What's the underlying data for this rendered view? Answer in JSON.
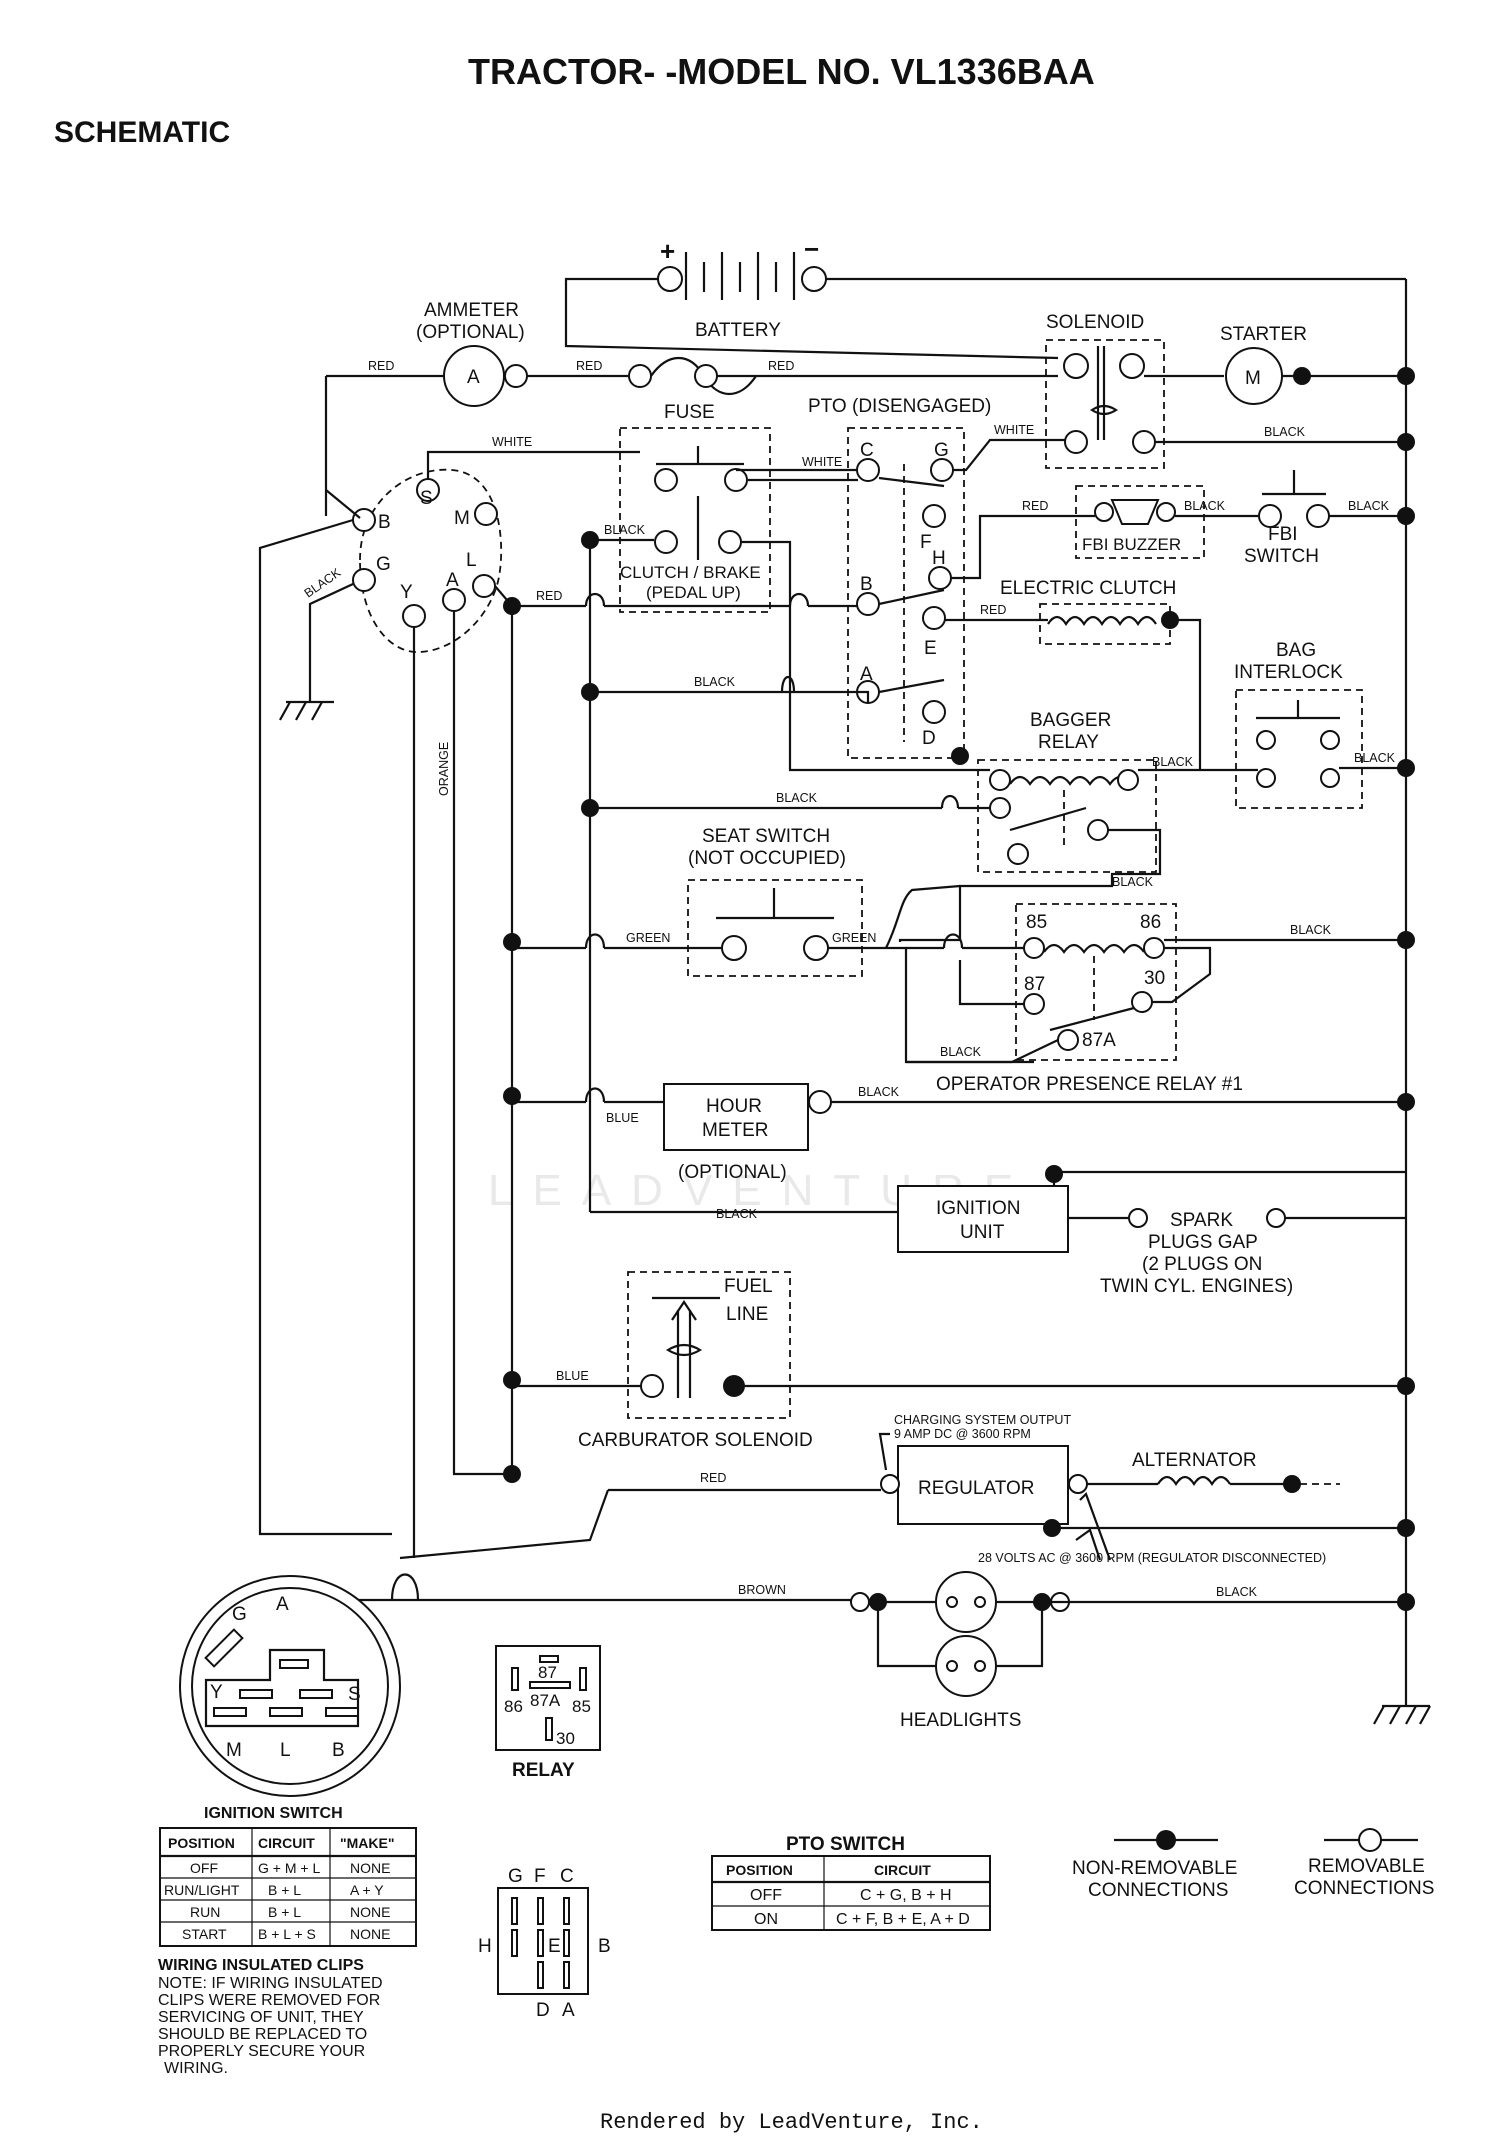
{
  "title": "TRACTOR- -MODEL NO. VL1336BAA",
  "section": "SCHEMATIC",
  "footer": "Rendered by LeadVenture, Inc.",
  "watermark": "LEADVENTURE",
  "components": {
    "ammeter": [
      "AMMETER",
      "(OPTIONAL)"
    ],
    "ammeter_symbol": "A",
    "battery": "BATTERY",
    "battery_plus": "+",
    "battery_minus": "−",
    "solenoid": "SOLENOID",
    "starter": "STARTER",
    "starter_symbol": "M",
    "fuse": "FUSE",
    "pto": "PTO (DISENGAGED)",
    "clutch_brake": [
      "CLUTCH / BRAKE",
      "(PEDAL UP)"
    ],
    "fbi_buzzer": "FBI BUZZER",
    "fbi_switch": [
      "FBI",
      "SWITCH"
    ],
    "electric_clutch": "ELECTRIC CLUTCH",
    "bag_interlock": [
      "BAG",
      "INTERLOCK"
    ],
    "bagger_relay": [
      "BAGGER",
      "RELAY"
    ],
    "seat_switch": [
      "SEAT SWITCH",
      "(NOT OCCUPIED)"
    ],
    "operator_relay": "OPERATOR PRESENCE RELAY #1",
    "hour_meter": [
      "HOUR",
      "METER"
    ],
    "hour_meter_optional": "(OPTIONAL)",
    "ignition_unit": [
      "IGNITION",
      "UNIT"
    ],
    "spark_plugs": [
      "SPARK",
      "PLUGS GAP",
      "(2 PLUGS ON",
      "TWIN CYL. ENGINES)"
    ],
    "fuel_line": [
      "FUEL",
      "LINE"
    ],
    "carburator": "CARBURATOR SOLENOID",
    "charging_output": [
      "CHARGING SYSTEM OUTPUT",
      "9 AMP DC @ 3600 RPM"
    ],
    "regulator": "REGULATOR",
    "alternator": "ALTERNATOR",
    "volts_ac": "28 VOLTS AC @ 3600 RPM (REGULATOR DISCONNECTED)",
    "headlights": "HEADLIGHTS",
    "relay_caption": "RELAY"
  },
  "ignition_terminals": [
    "S",
    "B",
    "M",
    "G",
    "L",
    "Y",
    "A"
  ],
  "pto_terminals": [
    "C",
    "G",
    "F",
    "H",
    "B",
    "E",
    "A",
    "D"
  ],
  "relay_terminals": [
    "85",
    "86",
    "87",
    "30",
    "87A"
  ],
  "relay_diagram_pins": [
    "87",
    "86",
    "87A",
    "85",
    "30"
  ],
  "pto_switch_pins": [
    "G",
    "F",
    "C",
    "H",
    "E",
    "B",
    "D",
    "A"
  ],
  "ignition_face_pins": [
    "G",
    "A",
    "Y",
    "S",
    "M",
    "L",
    "B"
  ],
  "wire_labels": {
    "red_1": "RED",
    "red_2": "RED",
    "red_3": "RED",
    "red_4": "RED",
    "red_5": "RED",
    "red_6": "RED",
    "white_1": "WHITE",
    "white_2": "WHITE",
    "white_3": "WHITE",
    "black_1": "BLACK",
    "black_2": "BLACK",
    "black_3": "BLACK",
    "black_4": "BLACK",
    "black_5": "BLACK",
    "black_6": "BLACK",
    "black_7": "BLACK",
    "black_8": "BLACK",
    "black_9": "BLACK",
    "black_10": "BLACK",
    "black_11": "BLACK",
    "black_12": "BLACK",
    "black_13": "BLACK",
    "black_14": "BLACK",
    "black_15": "BLACK",
    "black_16": "BLACK",
    "orange": "ORANGE",
    "green_1": "GREEN",
    "green_2": "GREEN",
    "blue_1": "BLUE",
    "blue_2": "BLUE",
    "brown": "BROWN"
  },
  "ignition_switch_table": {
    "title": "IGNITION SWITCH",
    "headers": [
      "POSITION",
      "CIRCUIT",
      "\"MAKE\""
    ],
    "rows": [
      [
        "OFF",
        "G + M + L",
        "NONE"
      ],
      [
        "RUN/LIGHT",
        "B + L",
        "A + Y"
      ],
      [
        "RUN",
        "B + L",
        "NONE"
      ],
      [
        "START",
        "B + L + S",
        "NONE"
      ]
    ]
  },
  "pto_switch_table": {
    "title": "PTO SWITCH",
    "headers": [
      "POSITION",
      "CIRCUIT"
    ],
    "rows": [
      [
        "OFF",
        "C + G, B + H"
      ],
      [
        "ON",
        "C + F, B + E, A + D"
      ]
    ]
  },
  "note": {
    "title": "WIRING INSULATED CLIPS",
    "lines": [
      "NOTE: IF WIRING INSULATED",
      "CLIPS WERE REMOVED FOR",
      "SERVICING OF UNIT, THEY",
      "SHOULD BE REPLACED TO",
      "PROPERLY SECURE YOUR",
      "WIRING."
    ]
  },
  "legend": {
    "non_removable": [
      "NON-REMOVABLE",
      "CONNECTIONS"
    ],
    "removable": [
      "REMOVABLE",
      "CONNECTIONS"
    ]
  }
}
